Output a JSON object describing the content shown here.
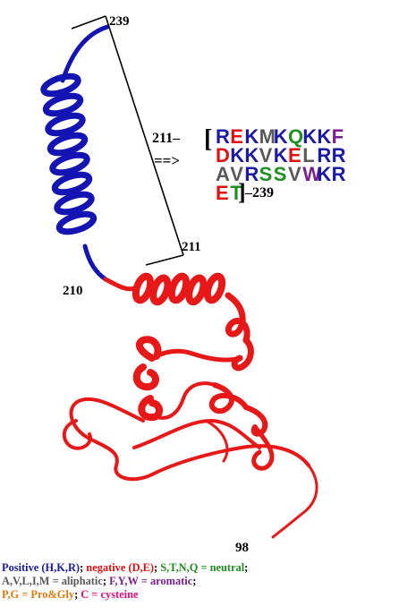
{
  "residues": {
    "top": "239",
    "start_helix": "211",
    "loop_start": "210",
    "end": "98"
  },
  "sequence": {
    "start_label": "211–",
    "end_label": "–239",
    "arrow": "==>",
    "rows": [
      [
        {
          "t": "R",
          "c": "#1a1aa6"
        },
        {
          "t": "E",
          "c": "#e01010"
        },
        {
          "t": "K",
          "c": "#1a1aa6"
        },
        {
          "t": "M",
          "c": "#5a5a5a"
        },
        {
          "t": "K",
          "c": "#1a1aa6"
        },
        {
          "t": "Q",
          "c": "#1f8f1f"
        },
        {
          "t": "K",
          "c": "#1a1aa6"
        },
        {
          "t": "K",
          "c": "#1a1aa6"
        },
        {
          "t": "F",
          "c": "#7a1f8f"
        }
      ],
      [
        {
          "t": "D",
          "c": "#e01010"
        },
        {
          "t": "K",
          "c": "#1a1aa6"
        },
        {
          "t": "K",
          "c": "#1a1aa6"
        },
        {
          "t": "V",
          "c": "#5a5a5a"
        },
        {
          "t": "K",
          "c": "#1a1aa6"
        },
        {
          "t": "E",
          "c": "#e01010"
        },
        {
          "t": "L",
          "c": "#5a5a5a"
        },
        {
          "t": "R",
          "c": "#1a1aa6"
        },
        {
          "t": "R",
          "c": "#1a1aa6"
        }
      ],
      [
        {
          "t": "A",
          "c": "#5a5a5a"
        },
        {
          "t": "V",
          "c": "#5a5a5a"
        },
        {
          "t": "R",
          "c": "#1a1aa6"
        },
        {
          "t": "S",
          "c": "#1f8f1f"
        },
        {
          "t": "S",
          "c": "#1f8f1f"
        },
        {
          "t": "V",
          "c": "#5a5a5a"
        },
        {
          "t": "W",
          "c": "#7a1f8f"
        },
        {
          "t": "K",
          "c": "#1a1aa6"
        },
        {
          "t": "R",
          "c": "#1a1aa6"
        }
      ],
      [
        {
          "t": "E",
          "c": "#e01010"
        },
        {
          "t": "T",
          "c": "#1f8f1f"
        }
      ]
    ]
  },
  "legend": {
    "line1": [
      {
        "text": "Positive (H,K,R)",
        "color": "#1a1aa6"
      },
      {
        "text": "; ",
        "color": "#000000"
      },
      {
        "text": "negative (D,E)",
        "color": "#e01010"
      },
      {
        "text": "; ",
        "color": "#000000"
      },
      {
        "text": "S,T,N,Q = neutral",
        "color": "#1f8f1f"
      },
      {
        "text": ";",
        "color": "#000000"
      }
    ],
    "line2": [
      {
        "text": "A,V,L,I,M = aliphatic",
        "color": "#5a5a5a"
      },
      {
        "text": "; ",
        "color": "#000000"
      },
      {
        "text": "F,Y,W = aromatic",
        "color": "#7a1f8f"
      },
      {
        "text": ";",
        "color": "#000000"
      }
    ],
    "line3": [
      {
        "text": "P,G = Pro&Gly",
        "color": "#e07a10"
      },
      {
        "text": "; ",
        "color": "#000000"
      },
      {
        "text": "C = cysteine",
        "color": "#e01080"
      }
    ]
  },
  "colors": {
    "helix_blue": "#1414b4",
    "helix_red": "#e81818",
    "bracket": "#000000"
  }
}
